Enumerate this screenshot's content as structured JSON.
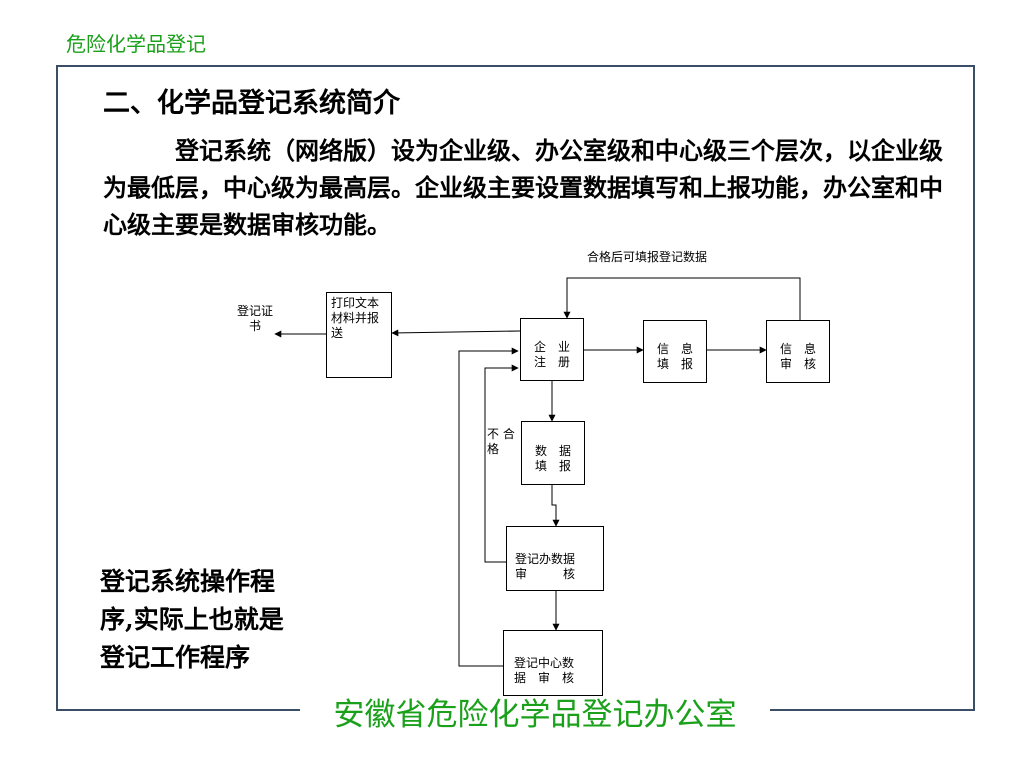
{
  "header": {
    "title": "危险化学品登记"
  },
  "section": {
    "title": "二、化学品登记系统简介",
    "intro": "登记系统（网络版）设为企业级、办公室级和中心级三个层次，以企业级为最低层，中心级为最高层。企业级主要设置数据填写和上报功能，办公室和中心级主要是数据审核功能。"
  },
  "flowchart": {
    "top_label": "合格后可填报登记数据",
    "nodes": {
      "certificate": "登记证书",
      "print_submit": "打印文本材料并报送",
      "enterprise_register": "企　业\n注　册",
      "info_fill": "信　息\n填　报",
      "info_review": "信　息\n审　核",
      "data_fill": "数　据\n填　报",
      "office_review": "登记办数据\n审　　　核",
      "center_review": "登记中心数\n据　审　核"
    },
    "fail_label": "不 合\n格"
  },
  "bottom_note": "登记系统操作程序,实际上也就是登记工作程序",
  "footer": {
    "org": "安徽省危险化学品登记办公室"
  },
  "colors": {
    "accent_green": "#1aa01a",
    "frame": "#3a4e66"
  }
}
